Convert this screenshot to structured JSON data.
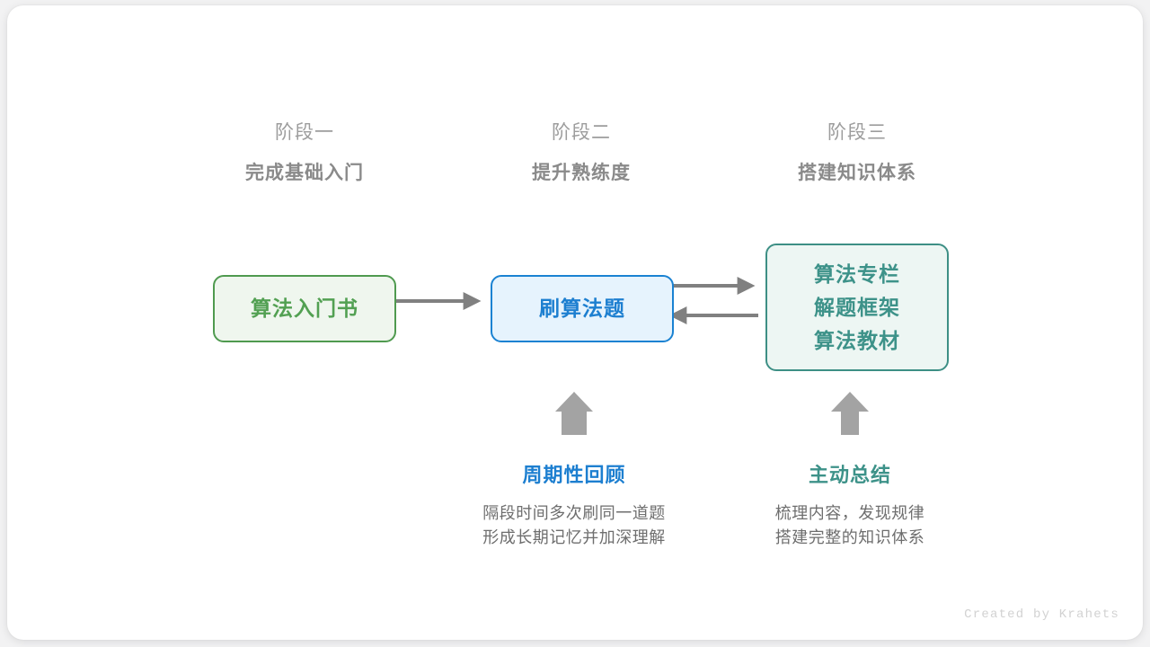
{
  "canvas": {
    "background": "#f2f2f3",
    "card_background": "#ffffff"
  },
  "colors": {
    "green": "#52a052",
    "blue": "#1d7fd0",
    "teal": "#3d9289",
    "arrow_gray": "#808080",
    "up_arrow_gray": "#a3a3a3",
    "stage_label_gray": "#9d9d9d",
    "stage_title_gray": "#8a8a8a",
    "desc_gray": "#6e6e6e",
    "credit_gray": "#d2d2d2"
  },
  "stages": [
    {
      "label": "阶段一",
      "title": "完成基础入门"
    },
    {
      "label": "阶段二",
      "title": "提升熟练度"
    },
    {
      "label": "阶段三",
      "title": "搭建知识体系"
    }
  ],
  "nodes": {
    "book": {
      "lines": [
        "算法入门书"
      ],
      "accent": "#52a052"
    },
    "practice": {
      "lines": [
        "刷算法题"
      ],
      "accent": "#1d7fd0"
    },
    "resources": {
      "lines": [
        "算法专栏",
        "解题框架",
        "算法教材"
      ],
      "accent": "#3d9289"
    }
  },
  "methods": [
    {
      "title": "周期性回顾",
      "desc_line1": "隔段时间多次刷同一道题",
      "desc_line2": "形成长期记忆并加深理解",
      "accent": "#1d7fd0"
    },
    {
      "title": "主动总结",
      "desc_line1": "梳理内容，发现规律",
      "desc_line2": "搭建完整的知识体系",
      "accent": "#3d9289"
    }
  ],
  "credit": "Created by Krahets"
}
